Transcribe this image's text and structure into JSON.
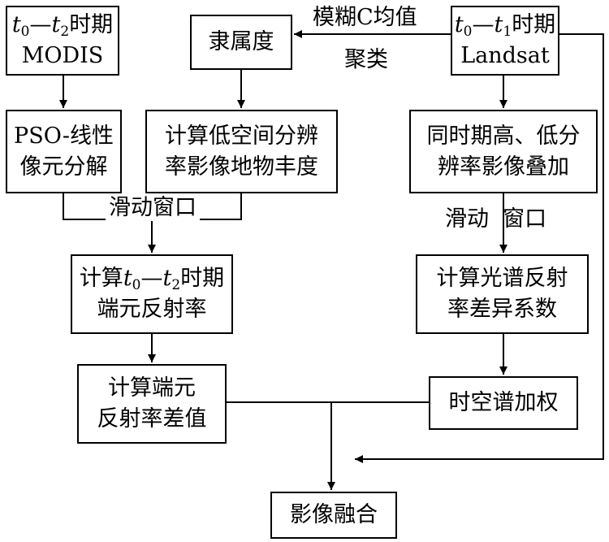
{
  "nodes": {
    "modis": {
      "line1": {
        "t0": "t",
        "s0": "0",
        "dash": "—",
        "t2": "t",
        "s2": "2",
        "suffix": "时期"
      },
      "line2": "MODIS"
    },
    "membership": {
      "text": "隶属度"
    },
    "landsat": {
      "line1": {
        "t0": "t",
        "s0": "0",
        "dash": "—",
        "t1": "t",
        "s1": "1",
        "suffix": "时期"
      },
      "line2": "Landsat"
    },
    "pso": {
      "line1": "PSO-线性",
      "line2": "像元分解"
    },
    "abundance": {
      "line1": "计算低空间分辨",
      "line2": "率影像地物丰度"
    },
    "overlay": {
      "line1": "同时期高、低分",
      "line2": "辨率影像叠加"
    },
    "endmember_reflectance": {
      "line1": {
        "prefix": "计算",
        "t0": "t",
        "s0": "0",
        "dash": "—",
        "t2": "t",
        "s2": "2",
        "suffix": "时期"
      },
      "line2": "端元反射率"
    },
    "spectral_diff": {
      "line1": "计算光谱反射",
      "line2": "率差异系数"
    },
    "reflectance_diff": {
      "line1": "计算端元",
      "line2": "反射率差值"
    },
    "weighting": {
      "text": "时空谱加权"
    },
    "fusion": {
      "text": "影像融合"
    }
  },
  "labels": {
    "fcm_line1": "模糊C均值",
    "fcm_line2": "聚类",
    "sliding_left": "滑动窗口",
    "sliding_right": "滑动  窗口"
  }
}
